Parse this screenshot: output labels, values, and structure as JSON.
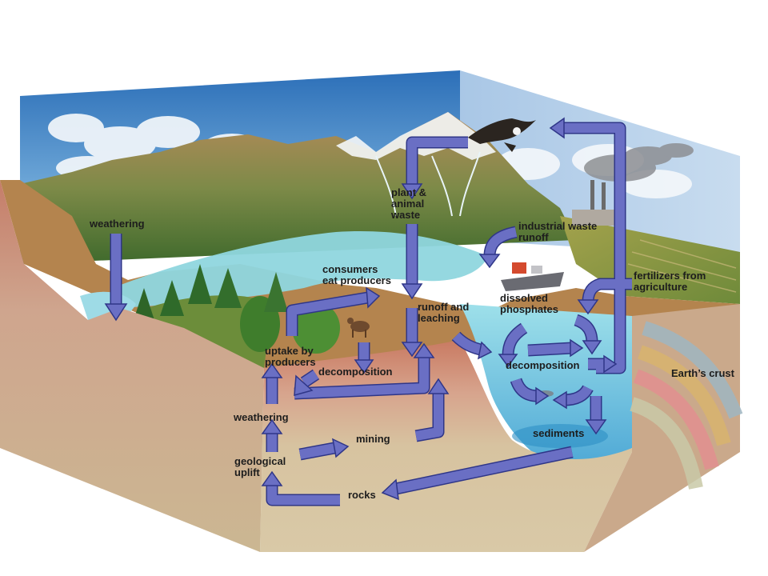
{
  "labels": {
    "weathering_top": "weathering",
    "plant_animal_waste": "plant &\nanimal\nwaste",
    "industrial_waste_runoff": "industrial waste\nrunoff",
    "consumers_eat_producers": "consumers\neat producers",
    "fertilizers_from_agriculture": "fertilizers from\nagriculture",
    "runoff_and_leaching": "runoff and\nleaching",
    "dissolved_phosphates": "dissolved\nphosphates",
    "uptake_by_producers": "uptake by\nproducers",
    "decomposition_land": "decomposition",
    "decomposition_water": "decomposition",
    "earths_crust": "Earth’s crust",
    "weathering_lower": "weathering",
    "mining": "mining",
    "sediments": "sediments",
    "geological_uplift": "geological\nuplift",
    "rocks": "rocks"
  },
  "colors": {
    "arrow_fill": "#6a6fc4",
    "arrow_stroke": "#2f3688",
    "sky": "#3d82c8",
    "water": "#8fd2df",
    "soil": "#c9846b",
    "block_front": "#d9c8a5",
    "block_side": "#c4b090"
  }
}
